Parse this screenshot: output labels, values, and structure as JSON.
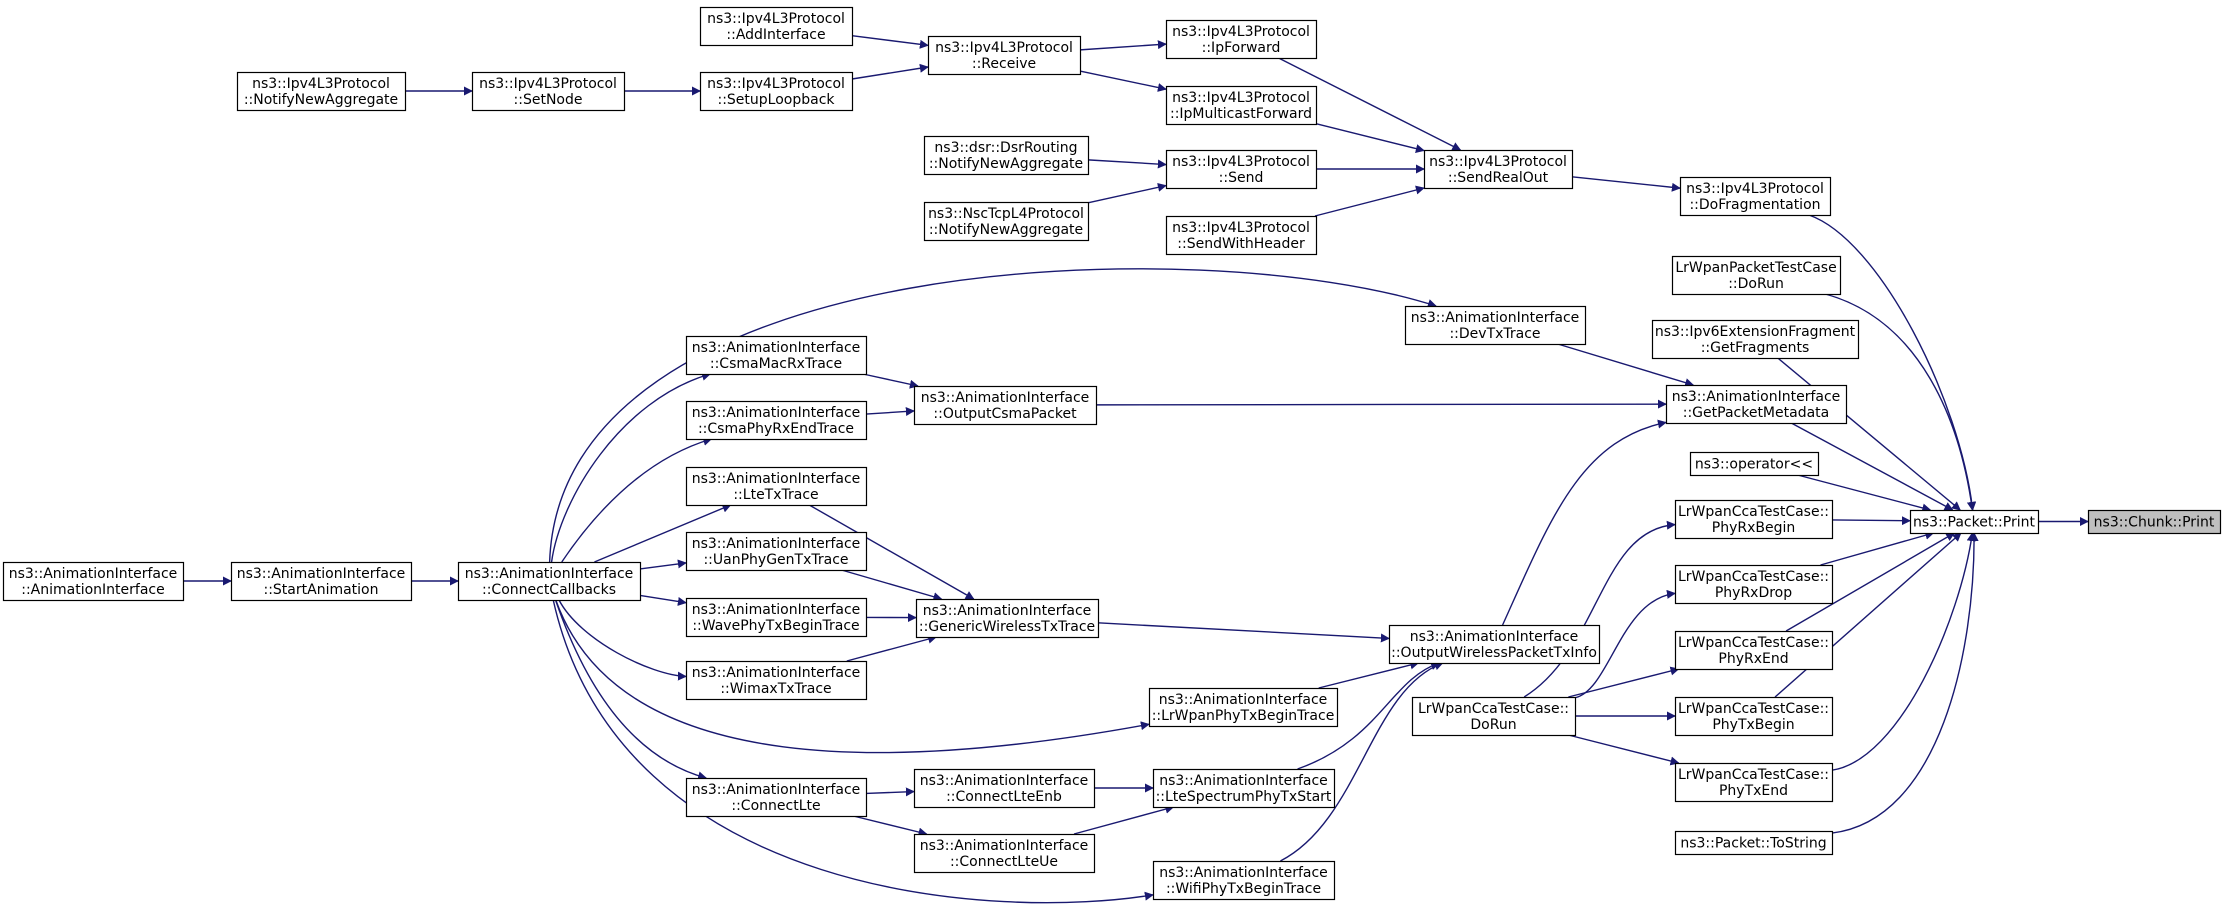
{
  "diagram": {
    "type": "doxygen-caller-graph",
    "colors": {
      "edge": "#191970",
      "node_border": "#000000",
      "node_fill": "#ffffff",
      "highlight_fill": "#bfbfbf"
    },
    "nodes": [
      {
        "id": "n1",
        "lines": [
          "ns3::Chunk::Print"
        ],
        "highlight": true
      },
      {
        "id": "n2",
        "lines": [
          "ns3::Packet::Print"
        ]
      },
      {
        "id": "n3",
        "lines": [
          "ns3::Ipv4L3Protocol",
          "::DoFragmentation"
        ]
      },
      {
        "id": "n4",
        "lines": [
          "LrWpanPacketTestCase",
          "::DoRun"
        ]
      },
      {
        "id": "n5",
        "lines": [
          "ns3::Ipv6ExtensionFragment",
          "::GetFragments"
        ]
      },
      {
        "id": "n6",
        "lines": [
          "ns3::AnimationInterface",
          "::GetPacketMetadata"
        ]
      },
      {
        "id": "n7",
        "lines": [
          "ns3::operator<<"
        ]
      },
      {
        "id": "n8",
        "lines": [
          "LrWpanCcaTestCase::",
          "PhyRxBegin"
        ]
      },
      {
        "id": "n9",
        "lines": [
          "LrWpanCcaTestCase::",
          "PhyRxDrop"
        ]
      },
      {
        "id": "n10",
        "lines": [
          "LrWpanCcaTestCase::",
          "PhyRxEnd"
        ]
      },
      {
        "id": "n11",
        "lines": [
          "LrWpanCcaTestCase::",
          "PhyTxBegin"
        ]
      },
      {
        "id": "n12",
        "lines": [
          "LrWpanCcaTestCase::",
          "PhyTxEnd"
        ]
      },
      {
        "id": "n13",
        "lines": [
          "ns3::Packet::ToString"
        ]
      },
      {
        "id": "n14",
        "lines": [
          "ns3::Ipv4L3Protocol",
          "::SendRealOut"
        ]
      },
      {
        "id": "n15",
        "lines": [
          "ns3::AnimationInterface",
          "::DevTxTrace"
        ]
      },
      {
        "id": "n16",
        "lines": [
          "ns3::AnimationInterface",
          "::OutputWirelessPacketTxInfo"
        ]
      },
      {
        "id": "n17",
        "lines": [
          "LrWpanCcaTestCase::",
          "DoRun"
        ]
      },
      {
        "id": "n18",
        "lines": [
          "ns3::Ipv4L3Protocol",
          "::IpForward"
        ]
      },
      {
        "id": "n19",
        "lines": [
          "ns3::Ipv4L3Protocol",
          "::IpMulticastForward"
        ]
      },
      {
        "id": "n20",
        "lines": [
          "ns3::Ipv4L3Protocol",
          "::Send"
        ]
      },
      {
        "id": "n21",
        "lines": [
          "ns3::Ipv4L3Protocol",
          "::SendWithHeader"
        ]
      },
      {
        "id": "n22",
        "lines": [
          "ns3::Ipv4L3Protocol",
          "::Receive"
        ]
      },
      {
        "id": "n23",
        "lines": [
          "ns3::Ipv4L3Protocol",
          "::AddInterface"
        ]
      },
      {
        "id": "n24",
        "lines": [
          "ns3::Ipv4L3Protocol",
          "::SetupLoopback"
        ]
      },
      {
        "id": "n25",
        "lines": [
          "ns3::Ipv4L3Protocol",
          "::SetNode"
        ]
      },
      {
        "id": "n26",
        "lines": [
          "ns3::Ipv4L3Protocol",
          "::NotifyNewAggregate"
        ]
      },
      {
        "id": "n27",
        "lines": [
          "ns3::dsr::DsrRouting",
          "::NotifyNewAggregate"
        ]
      },
      {
        "id": "n28",
        "lines": [
          "ns3::NscTcpL4Protocol",
          "::NotifyNewAggregate"
        ]
      },
      {
        "id": "n29",
        "lines": [
          "ns3::AnimationInterface",
          "::ConnectCallbacks"
        ]
      },
      {
        "id": "n30",
        "lines": [
          "ns3::AnimationInterface",
          "::StartAnimation"
        ]
      },
      {
        "id": "n31",
        "lines": [
          "ns3::AnimationInterface",
          "::AnimationInterface"
        ]
      },
      {
        "id": "n32",
        "lines": [
          "ns3::AnimationInterface",
          "::OutputCsmaPacket"
        ]
      },
      {
        "id": "n33",
        "lines": [
          "ns3::AnimationInterface",
          "::CsmaMacRxTrace"
        ]
      },
      {
        "id": "n34",
        "lines": [
          "ns3::AnimationInterface",
          "::CsmaPhyRxEndTrace"
        ]
      },
      {
        "id": "n35",
        "lines": [
          "ns3::AnimationInterface",
          "::GenericWirelessTxTrace"
        ]
      },
      {
        "id": "n36",
        "lines": [
          "ns3::AnimationInterface",
          "::LteTxTrace"
        ]
      },
      {
        "id": "n37",
        "lines": [
          "ns3::AnimationInterface",
          "::UanPhyGenTxTrace"
        ]
      },
      {
        "id": "n38",
        "lines": [
          "ns3::AnimationInterface",
          "::WavePhyTxBeginTrace"
        ]
      },
      {
        "id": "n39",
        "lines": [
          "ns3::AnimationInterface",
          "::WimaxTxTrace"
        ]
      },
      {
        "id": "n40",
        "lines": [
          "ns3::AnimationInterface",
          "::LrWpanPhyTxBeginTrace"
        ]
      },
      {
        "id": "n41",
        "lines": [
          "ns3::AnimationInterface",
          "::LteSpectrumPhyTxStart"
        ]
      },
      {
        "id": "n42",
        "lines": [
          "ns3::AnimationInterface",
          "::ConnectLteEnb"
        ]
      },
      {
        "id": "n43",
        "lines": [
          "ns3::AnimationInterface",
          "::ConnectLte"
        ]
      },
      {
        "id": "n44",
        "lines": [
          "ns3::AnimationInterface",
          "::ConnectLteUe"
        ]
      },
      {
        "id": "n45",
        "lines": [
          "ns3::AnimationInterface",
          "::WifiPhyTxBeginTrace"
        ]
      }
    ],
    "edges": [
      [
        "n2",
        "n1"
      ],
      [
        "n3",
        "n2"
      ],
      [
        "n4",
        "n2"
      ],
      [
        "n5",
        "n2"
      ],
      [
        "n6",
        "n2"
      ],
      [
        "n7",
        "n2"
      ],
      [
        "n8",
        "n2"
      ],
      [
        "n9",
        "n2"
      ],
      [
        "n10",
        "n2"
      ],
      [
        "n11",
        "n2"
      ],
      [
        "n12",
        "n2"
      ],
      [
        "n13",
        "n2"
      ],
      [
        "n14",
        "n3"
      ],
      [
        "n15",
        "n6"
      ],
      [
        "n16",
        "n6"
      ],
      [
        "n32",
        "n6"
      ],
      [
        "n17",
        "n8"
      ],
      [
        "n17",
        "n9"
      ],
      [
        "n17",
        "n10"
      ],
      [
        "n17",
        "n11"
      ],
      [
        "n17",
        "n12"
      ],
      [
        "n18",
        "n14"
      ],
      [
        "n19",
        "n14"
      ],
      [
        "n20",
        "n14"
      ],
      [
        "n21",
        "n14"
      ],
      [
        "n22",
        "n18"
      ],
      [
        "n22",
        "n19"
      ],
      [
        "n23",
        "n22"
      ],
      [
        "n24",
        "n22"
      ],
      [
        "n25",
        "n24"
      ],
      [
        "n26",
        "n25"
      ],
      [
        "n27",
        "n20"
      ],
      [
        "n28",
        "n20"
      ],
      [
        "n29",
        "n15"
      ],
      [
        "n35",
        "n16"
      ],
      [
        "n40",
        "n16"
      ],
      [
        "n41",
        "n16"
      ],
      [
        "n45",
        "n16"
      ],
      [
        "n33",
        "n32"
      ],
      [
        "n34",
        "n32"
      ],
      [
        "n36",
        "n35"
      ],
      [
        "n37",
        "n35"
      ],
      [
        "n38",
        "n35"
      ],
      [
        "n39",
        "n35"
      ],
      [
        "n29",
        "n33"
      ],
      [
        "n29",
        "n34"
      ],
      [
        "n29",
        "n36"
      ],
      [
        "n29",
        "n37"
      ],
      [
        "n29",
        "n38"
      ],
      [
        "n29",
        "n39"
      ],
      [
        "n29",
        "n40"
      ],
      [
        "n29",
        "n43"
      ],
      [
        "n29",
        "n45"
      ],
      [
        "n30",
        "n29"
      ],
      [
        "n31",
        "n30"
      ],
      [
        "n42",
        "n41"
      ],
      [
        "n44",
        "n41"
      ],
      [
        "n43",
        "n42"
      ],
      [
        "n43",
        "n44"
      ]
    ]
  }
}
